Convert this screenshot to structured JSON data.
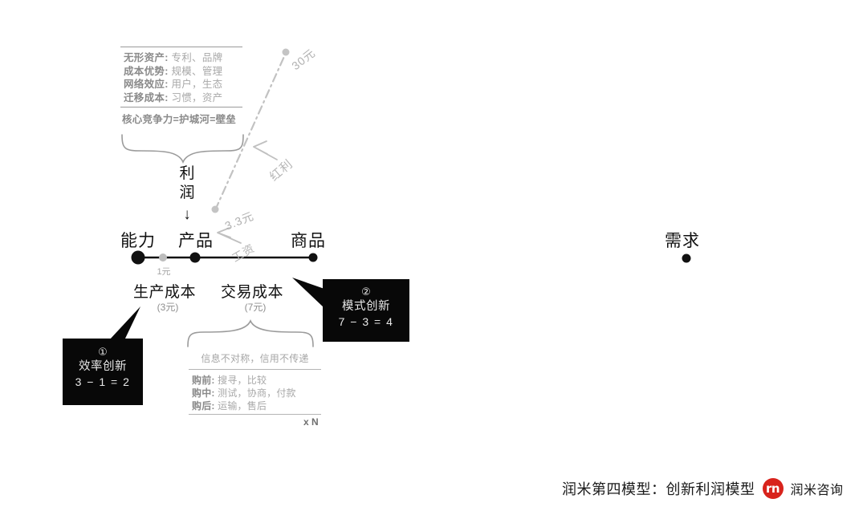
{
  "diagram": {
    "title": "创新利润模型",
    "moat": {
      "rows": [
        {
          "key": "无形资产:",
          "value": "专利、品牌"
        },
        {
          "key": "成本优势:",
          "value": "规模、管理"
        },
        {
          "key": "网络效应:",
          "value": "用户，生态"
        },
        {
          "key": "迁移成本:",
          "value": "习惯，资产"
        }
      ],
      "core": "核心竞争力=护城河=壁垒"
    },
    "profit": {
      "char1": "利",
      "char2": "润",
      "arrow": "↓"
    },
    "nodes": {
      "capability": "能力",
      "product": "产品",
      "commodity": "商品",
      "demand": "需求"
    },
    "axis_markers": {
      "unit_1": "1元"
    },
    "costs": {
      "production_name": "生产成本",
      "production_value": "(3元)",
      "transaction_name": "交易成本",
      "transaction_value": "(7元)"
    },
    "transaction_block": {
      "headline": "信息不对称，信用不传递",
      "rows": [
        {
          "key": "购前:",
          "value": "搜寻，比较"
        },
        {
          "key": "购中:",
          "value": "测试，协商，付款"
        },
        {
          "key": "购后:",
          "value": "运输，售后"
        }
      ],
      "multiplier": "x N"
    },
    "callouts": [
      {
        "num": "①",
        "title": "效率创新",
        "equation": "3 − 1 = 2"
      },
      {
        "num": "②",
        "title": "模式创新",
        "equation": "7 − 3 = 4"
      }
    ],
    "diagonal": {
      "top_value": "30元",
      "bottom_value": "3.3元",
      "dividend_label": "红利",
      "wage_label": "工资"
    }
  },
  "footer": {
    "title": "润米第四模型：创新利润模型",
    "logo_mark": "rn",
    "logo_text": "润米咨询",
    "logo_color": "#d8231c"
  },
  "colors": {
    "ink": "#111111",
    "gray_strong": "#8a8a8a",
    "gray_light": "#a8a8a8",
    "callout_bg": "#080808",
    "callout_fg": "#e8e8e8",
    "brand_red": "#d8231c"
  }
}
